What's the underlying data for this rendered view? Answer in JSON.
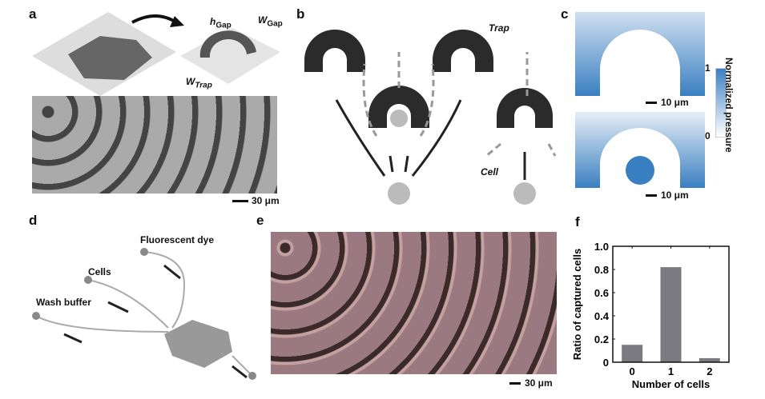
{
  "panels": {
    "a": {
      "label": "a",
      "h_gap": "h",
      "h_gap_sub": "Gap",
      "w_gap": "W",
      "w_gap_sub": "Gap",
      "w_trap": "W",
      "w_trap_sub": "Trap",
      "scale": "30 μm"
    },
    "b": {
      "label": "b",
      "trap": "Trap",
      "cell": "Cell"
    },
    "c": {
      "label": "c",
      "scale_top": "10 μm",
      "scale_bottom": "10 μm",
      "colorbar_title": "Normalized pressure",
      "colorbar_max": "1",
      "colorbar_min": "0",
      "colors": {
        "high": "#3a7fc1",
        "low": "#ffffff"
      }
    },
    "d": {
      "label": "d",
      "fluorescent": "Fluorescent dye",
      "cells": "Cells",
      "wash": "Wash buffer"
    },
    "e": {
      "label": "e",
      "scale": "30 μm"
    },
    "f": {
      "label": "f"
    }
  },
  "chart_data": {
    "type": "bar",
    "categories": [
      "0",
      "1",
      "2"
    ],
    "values": [
      0.15,
      0.82,
      0.035
    ],
    "title": "",
    "xlabel": "Number of cells",
    "ylabel": "Ratio of captured cells",
    "ylim": [
      0,
      1.0
    ],
    "yticks": [
      "0",
      "0.2",
      "0.4",
      "0.6",
      "0.8",
      "1.0"
    ],
    "bar_color": "#7a7a80"
  }
}
